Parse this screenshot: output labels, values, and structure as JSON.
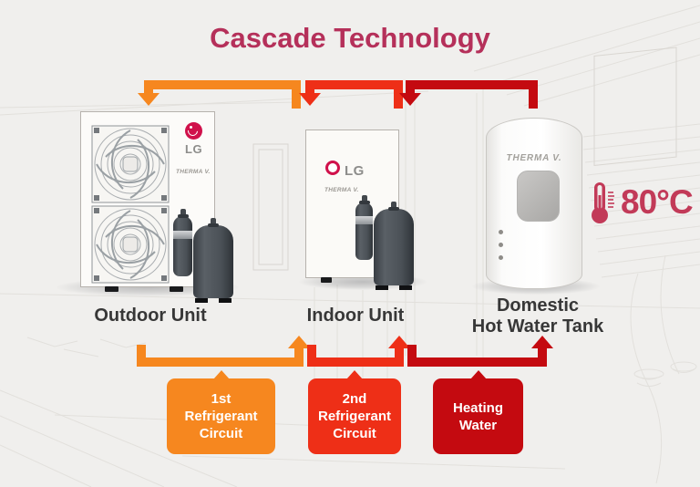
{
  "title": "Cascade Technology",
  "diagram": {
    "outdoor_unit": {
      "label": "Outdoor Unit",
      "logo_text": "LG",
      "brand_text": "THERMA V."
    },
    "indoor_unit": {
      "label": "Indoor Unit",
      "logo_text": "LG",
      "brand_text": "THERMA V."
    },
    "tank": {
      "label": "Domestic\nHot Water Tank",
      "brand_text": "THERMA V."
    },
    "temperature": "80°C"
  },
  "flow_labels": [
    {
      "id": "first-refrigerant-circuit",
      "text": "1st\nRefrigerant\nCircuit",
      "color": "#f6871f"
    },
    {
      "id": "second-refrigerant-circuit",
      "text": "2nd\nRefrigerant\nCircuit",
      "color": "#ee2f17"
    },
    {
      "id": "heating-water",
      "text": "Heating\nWater",
      "color": "#c40a10"
    }
  ],
  "colors": {
    "background": "#f0efed",
    "title_text": "#b5305a",
    "circuit1_orange": "#f6871f",
    "circuit2_red": "#ee2f17",
    "heating_dark_red": "#c40a10",
    "temperature_crimson": "#c23a58",
    "lg_logo_red": "#d0114b"
  }
}
